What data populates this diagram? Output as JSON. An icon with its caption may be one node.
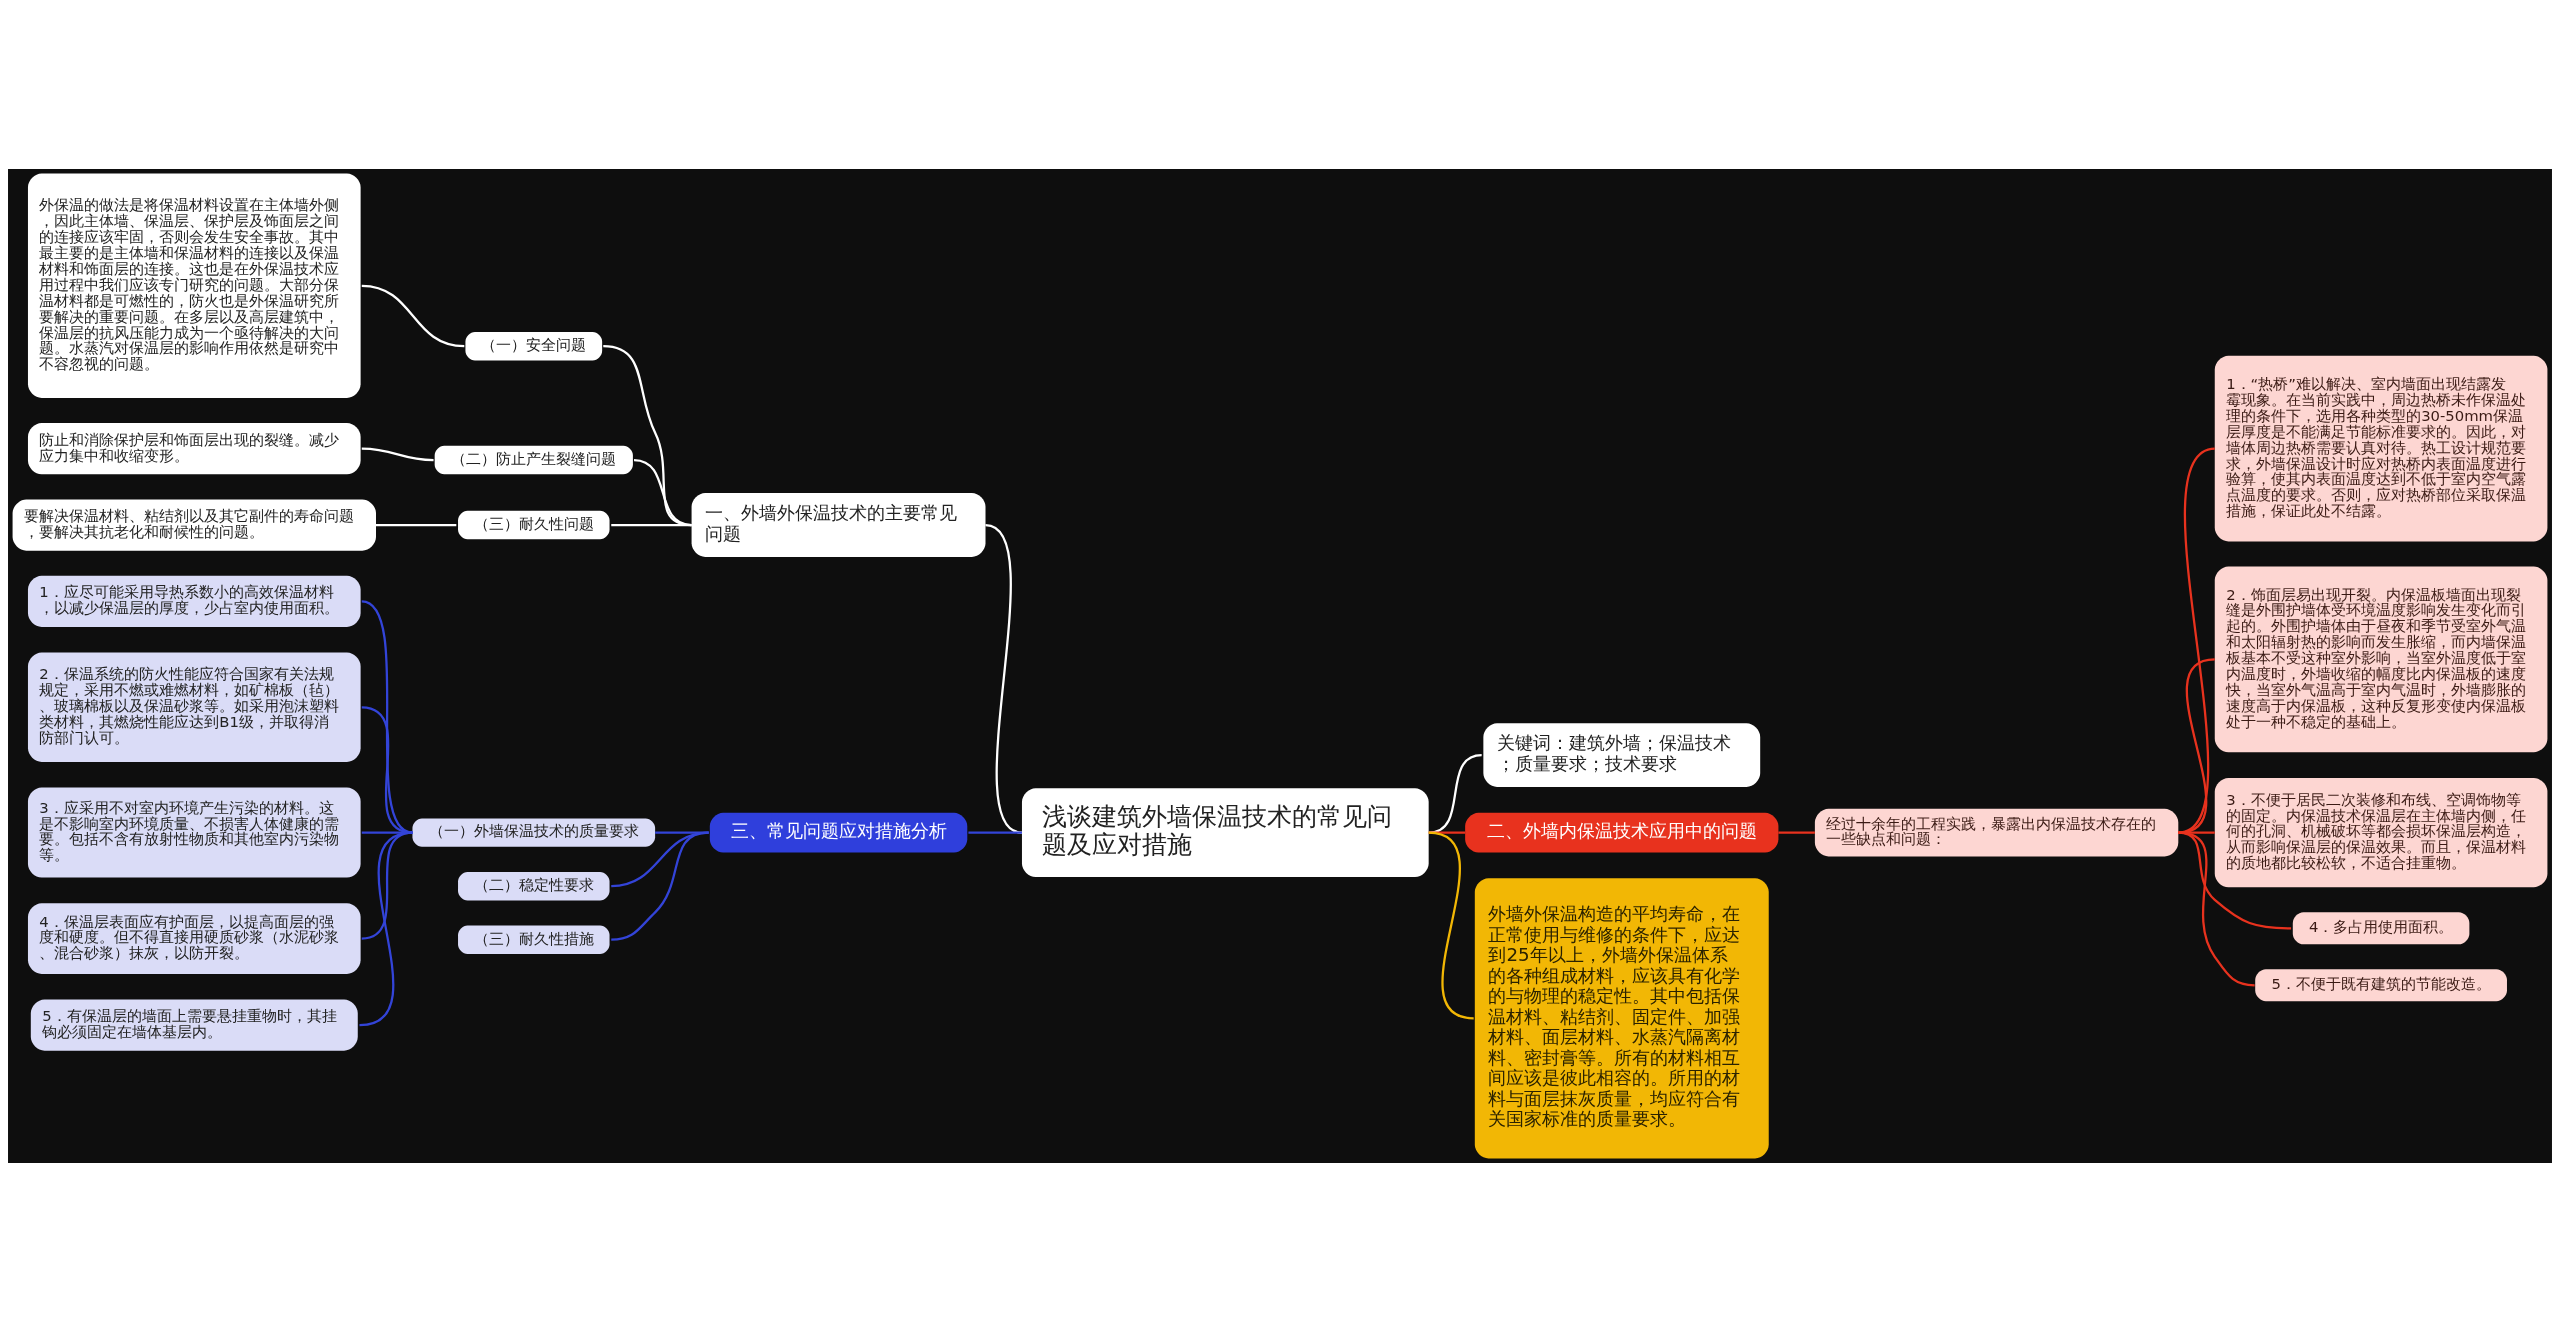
{
  "diagram": {
    "nodes": [
      {
        "text": [
          "浅谈建筑外墙保温技术的常见问题及应对措施"
        ]
      },
      {
        "text": [
          "一、外墙外保温技术的主要常见问题"
        ]
      },
      {
        "text": [
          "（一）安全问题"
        ]
      },
      {
        "text": [
          "外保温的做法是将保温材料设置在主体墙外侧，因此主体墙、保温层、保护层及饰面层之间的连接应该牢固，否则会发生安全事故。其中最主要的是主体墙和保温材料的连接以及保温材料和饰面层的连接。这也是在外保温技术应用过程中我们应该专门研究的问题。大部分保温材料都是可燃性的，防火也是外保温研究所要解决的重要问题。在多层以及高层建筑中，保温层的抗风压能力成为一个亟待解决的大问题。水蒸汽对保温层的影响作用依然是研究中不容忽视的问题。"
        ]
      },
      {
        "text": [
          "（二）防止产生裂缝问题"
        ]
      },
      {
        "text": [
          "防止和消除保护层和饰面层出现的裂缝。减少应力集中和收缩变形。"
        ]
      },
      {
        "text": [
          "（三）耐久性问题"
        ]
      },
      {
        "text": [
          "要解决保温材料、粘结剂以及其它副件的寿命问题，要解决其抗老化和耐候性的问题。"
        ]
      },
      {
        "text": [
          "三、常见问题应对措施分析"
        ]
      },
      {
        "text": [
          "（一）外墙保温技术的质量要求"
        ]
      },
      {
        "text": [
          "1．应尽可能采用导热系数小的高效保温材料，以减少保温层的厚度，少占室内使用面积。"
        ]
      },
      {
        "text": [
          "2．保温系统的防火性能应符合国家有关法规规定，采用不燃或难燃材料，如矿棉板（毡）、玻璃棉板以及保温砂浆等。如采用泡沫塑料类材料，其燃烧性能应达到B1级，并取得消防部门认可。"
        ]
      },
      {
        "text": [
          "3．应采用不对室内环境产生污染的材料。这是不影响室内环境质量、不损害人体健康的需要。包括不含有放射性物质和其他室内污染物等。"
        ]
      },
      {
        "text": [
          "4．保温层表面应有护面层，以提高面层的强度和硬度。但不得直接用硬质砂浆（水泥砂浆、混合砂浆）抹灰，以防开裂。"
        ]
      },
      {
        "text": [
          "5．有保温层的墙面上需要悬挂重物时，其挂钩必须固定在墙体基层内。"
        ]
      },
      {
        "text": [
          "（二）稳定性要求"
        ]
      },
      {
        "text": [
          "（三）耐久性措施"
        ]
      },
      {
        "text": [
          "关键词：建筑外墙；保温技术；质量要求；技术要求"
        ]
      },
      {
        "text": [
          "二、外墙内保温技术应用中的问题"
        ]
      },
      {
        "text": [
          "经过十余年的工程实践，暴露出内保温技术存在的一些缺点和问题："
        ]
      },
      {
        "text": [
          "1．“热桥”难以解决、室内墙面出现结露发霉现象。在当前实践中，周边热桥未作保温处理的条件下，选用各种类型的30-50mm保温层厚度是不能满足节能标准要求的。因此，对墙体周边热桥需要认真对待。热工设计规范要求，外墙保温设计时应对热桥内表面温度进行验算，使其内表面温度达到不低于室内空气露点温度的要求。否则，应对热桥部位采取保温措施，保证此处不结露。"
        ]
      },
      {
        "text": [
          "2．饰面层易出现开裂。内保温板墙面出现裂缝是外围护墙体受环境温度影响发生变化而引起的。外围护墙体由于昼夜和季节受室外气温和太阳辐射热的影响而发生胀缩，而内墙保温板基本不受这种室外影响，当室外温度低于室内温度时，外墙收缩的幅度比内保温板的速度快，当室外气温高于室内气温时，外墙膨胀的速度高于内保温板，这种反复形变使内保温板处于一种不稳定的基础上。"
        ]
      },
      {
        "text": [
          "3．不便于居民二次装修和布线、空调饰物等的固定。内保温技术保温层在主体墙内侧，任何的孔洞、机械破坏等都会损坏保温层构造，从而影响保温层的保温效果。而且，保温材料的质地都比较松软，不适合挂重物。"
        ]
      },
      {
        "text": [
          "4．多占用使用面积。"
        ]
      },
      {
        "text": [
          "5．不便于既有建筑的节能改造。"
        ]
      },
      {
        "text": [
          "外墙外保温构造的平均寿命，在正常使用与维修的条件下，应达到25年以上，外墙外保温体系的各种组成材料，应该具有化学的与物理的稳定性。其中包括保温材料、粘结剂、固定件、加强材料、面层材料、水蒸汽隔离材料、密封膏等。所有的材料相互间应该是彼此相容的。所用的材料与面层抹灰质量，均应符合有关国家标准的质量要求。"
        ]
      }
    ],
    "edges": [
      {
        "from": 0,
        "to": 1,
        "arrow": "none",
        "color": "#ffffff"
      },
      {
        "from": 1,
        "to": 2,
        "arrow": "none",
        "color": "#ffffff"
      },
      {
        "from": 2,
        "to": 3,
        "arrow": "none",
        "color": "#ffffff"
      },
      {
        "from": 1,
        "to": 4,
        "arrow": "none",
        "color": "#ffffff"
      },
      {
        "from": 4,
        "to": 5,
        "arrow": "none",
        "color": "#ffffff"
      },
      {
        "from": 1,
        "to": 6,
        "arrow": "none",
        "color": "#ffffff"
      },
      {
        "from": 6,
        "to": 7,
        "arrow": "none",
        "color": "#ffffff"
      },
      {
        "from": 0,
        "to": 8,
        "arrow": "none",
        "color": "#3344d8"
      },
      {
        "from": 8,
        "to": 9,
        "arrow": "none",
        "color": "#3344d8"
      },
      {
        "from": 9,
        "to": 10,
        "arrow": "none",
        "color": "#3344d8"
      },
      {
        "from": 9,
        "to": 11,
        "arrow": "none",
        "color": "#3344d8"
      },
      {
        "from": 9,
        "to": 12,
        "arrow": "none",
        "color": "#3344d8"
      },
      {
        "from": 9,
        "to": 13,
        "arrow": "none",
        "color": "#3344d8"
      },
      {
        "from": 9,
        "to": 14,
        "arrow": "none",
        "color": "#3344d8"
      },
      {
        "from": 8,
        "to": 15,
        "arrow": "none",
        "color": "#3344d8"
      },
      {
        "from": 8,
        "to": 16,
        "arrow": "none",
        "color": "#3344d8"
      },
      {
        "from": 0,
        "to": 17,
        "arrow": "none",
        "color": "#ffffff"
      },
      {
        "from": 0,
        "to": 18,
        "arrow": "none",
        "color": "#e8321e"
      },
      {
        "from": 18,
        "to": 19,
        "arrow": "none",
        "color": "#e8321e"
      },
      {
        "from": 19,
        "to": 20,
        "arrow": "none",
        "color": "#e8321e"
      },
      {
        "from": 19,
        "to": 21,
        "arrow": "none",
        "color": "#e8321e"
      },
      {
        "from": 19,
        "to": 22,
        "arrow": "none",
        "color": "#e8321e"
      },
      {
        "from": 19,
        "to": 23,
        "arrow": "none",
        "color": "#e8321e"
      },
      {
        "from": 19,
        "to": 24,
        "arrow": "none",
        "color": "#e8321e"
      },
      {
        "from": 0,
        "to": 25,
        "arrow": "none",
        "color": "#f2b705"
      }
    ]
  }
}
